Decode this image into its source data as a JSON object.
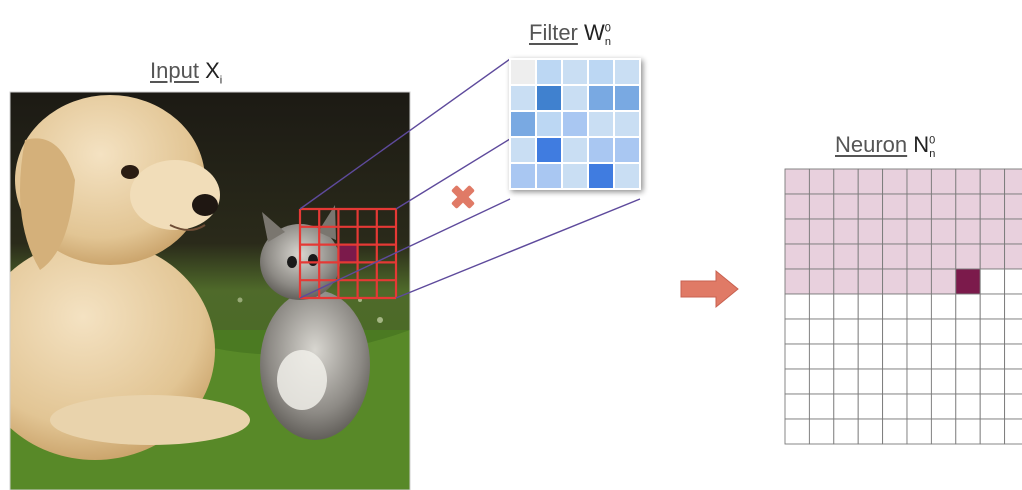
{
  "input_label": {
    "word": "Input",
    "symbol": "X",
    "subscript": "i"
  },
  "filter_label": {
    "word": "Filter",
    "symbol": "W",
    "superscript": "0",
    "subscript": "n"
  },
  "neuron_label": {
    "word": "Neuron",
    "symbol": "N",
    "superscript": "0",
    "subscript": "n"
  },
  "colors": {
    "highlight_grid": "#e53935",
    "active_cell": "#7b1a4b",
    "neuron_fill": "#e8d0dd",
    "neuron_active": "#7b1a4b",
    "connector_lines": "#5e4a9c",
    "multiply_sign": "#e07a66",
    "arrow": "#e07a66"
  },
  "filter_weights": [
    [
      "#eeeeee",
      "#bcd7f3",
      "#c9def3",
      "#bcd7f3",
      "#c9def3"
    ],
    [
      "#c9def3",
      "#3f81cf",
      "#c9def3",
      "#79a9e2",
      "#79a9e2"
    ],
    [
      "#79a9e2",
      "#bcd7f3",
      "#a9c7f2",
      "#c9def3",
      "#c9def3"
    ],
    [
      "#c9def3",
      "#3f7be0",
      "#c9def3",
      "#a9c7f2",
      "#a9c7f2"
    ],
    [
      "#a9c7f2",
      "#a9c7f2",
      "#c9def3",
      "#3f7be0",
      "#c9def3"
    ]
  ],
  "neuron_grid": {
    "rows": 11,
    "cols": 10,
    "filled_full_rows": 4,
    "filled_partial_cols": 7,
    "active_row": 4,
    "active_col": 7
  }
}
